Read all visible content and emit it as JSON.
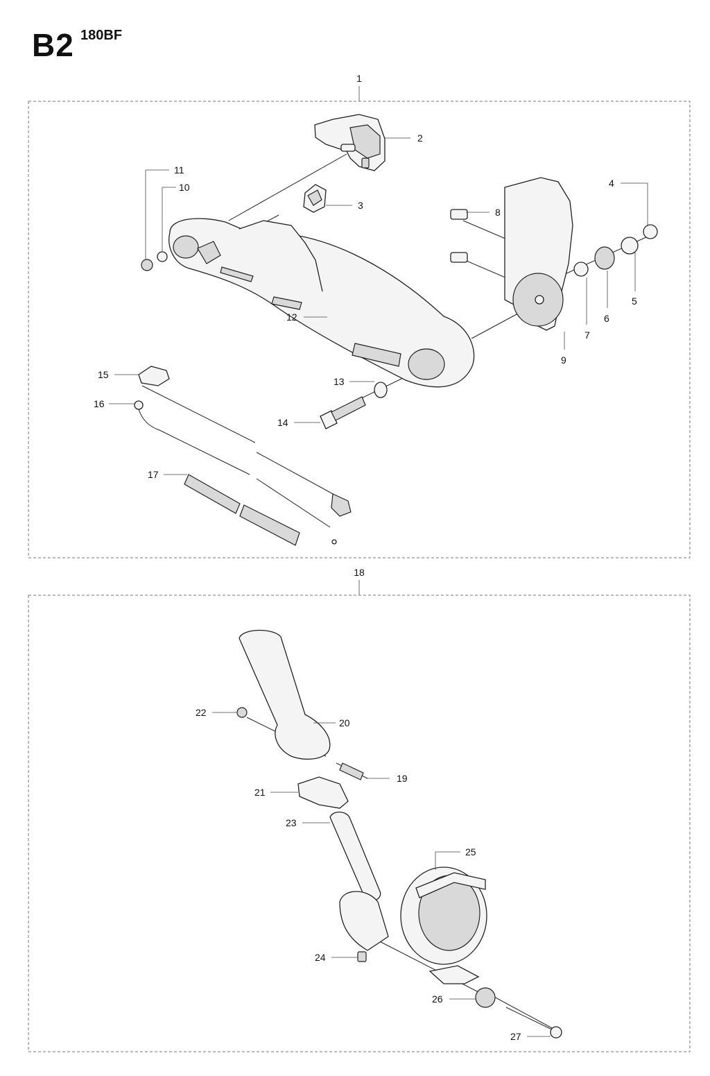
{
  "header": {
    "section_code": "B2",
    "model_code": "180BF"
  },
  "groups": [
    {
      "number": "1"
    },
    {
      "number": "18"
    }
  ],
  "callouts": [
    {
      "number": "1"
    },
    {
      "number": "2"
    },
    {
      "number": "3"
    },
    {
      "number": "4"
    },
    {
      "number": "5"
    },
    {
      "number": "6"
    },
    {
      "number": "7"
    },
    {
      "number": "8"
    },
    {
      "number": "9"
    },
    {
      "number": "10"
    },
    {
      "number": "11"
    },
    {
      "number": "12"
    },
    {
      "number": "13"
    },
    {
      "number": "14"
    },
    {
      "number": "15"
    },
    {
      "number": "16"
    },
    {
      "number": "17"
    },
    {
      "number": "18"
    },
    {
      "number": "19"
    },
    {
      "number": "20"
    },
    {
      "number": "21"
    },
    {
      "number": "22"
    },
    {
      "number": "23"
    },
    {
      "number": "24"
    },
    {
      "number": "25"
    },
    {
      "number": "26"
    },
    {
      "number": "27"
    }
  ]
}
